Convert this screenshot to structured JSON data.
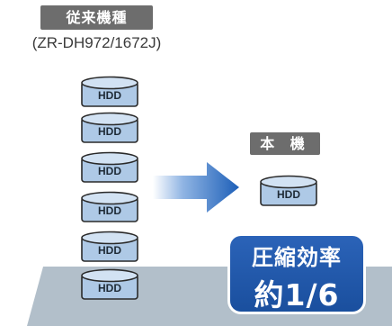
{
  "old_system": {
    "label": "従来機種",
    "model": "(ZR-DH972/1672J)",
    "drives": [
      "HDD",
      "HDD",
      "HDD",
      "HDD",
      "HDD",
      "HDD"
    ]
  },
  "new_system": {
    "label": "本 機",
    "drive": "HDD"
  },
  "compression": {
    "title": "圧縮効率",
    "value": "約1/6"
  },
  "colors": {
    "hdd_fill": "#aec9e6",
    "floor": "#b2bfca",
    "arrow": "#1d5fb8",
    "badge": "#1f56a8",
    "label_bg": "#6d6d6d"
  }
}
